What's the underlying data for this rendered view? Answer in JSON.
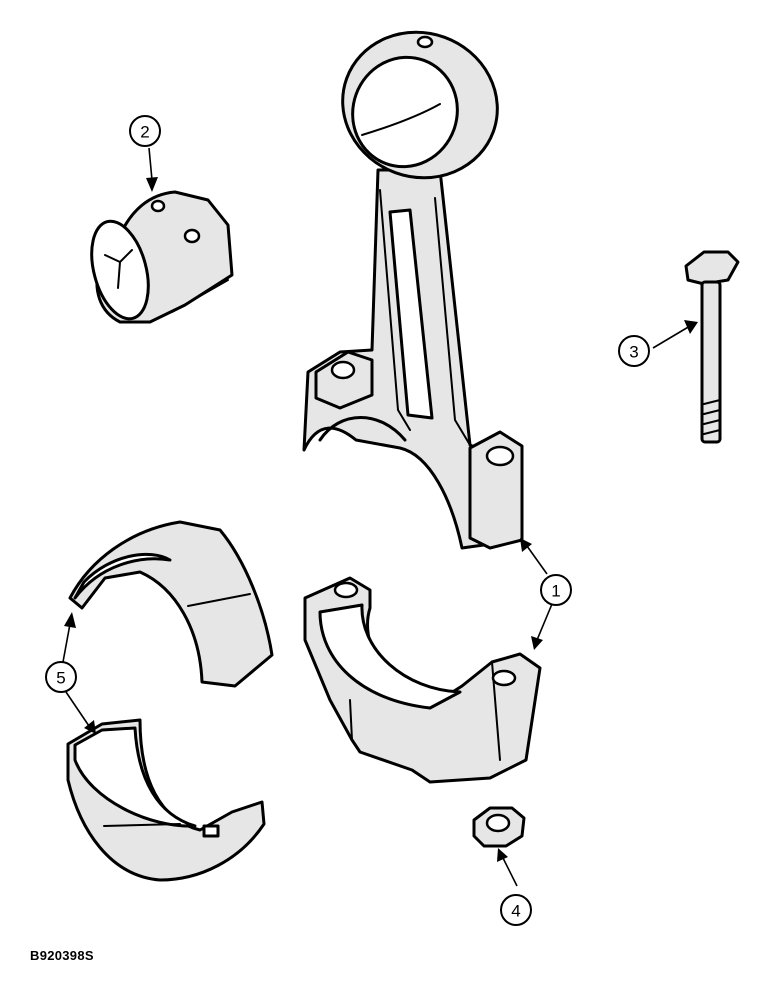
{
  "figure_code": "B920398S",
  "callouts": [
    {
      "id": "1",
      "label": "1"
    },
    {
      "id": "2",
      "label": "2"
    },
    {
      "id": "3",
      "label": "3"
    },
    {
      "id": "4",
      "label": "4"
    },
    {
      "id": "5",
      "label": "5"
    }
  ]
}
